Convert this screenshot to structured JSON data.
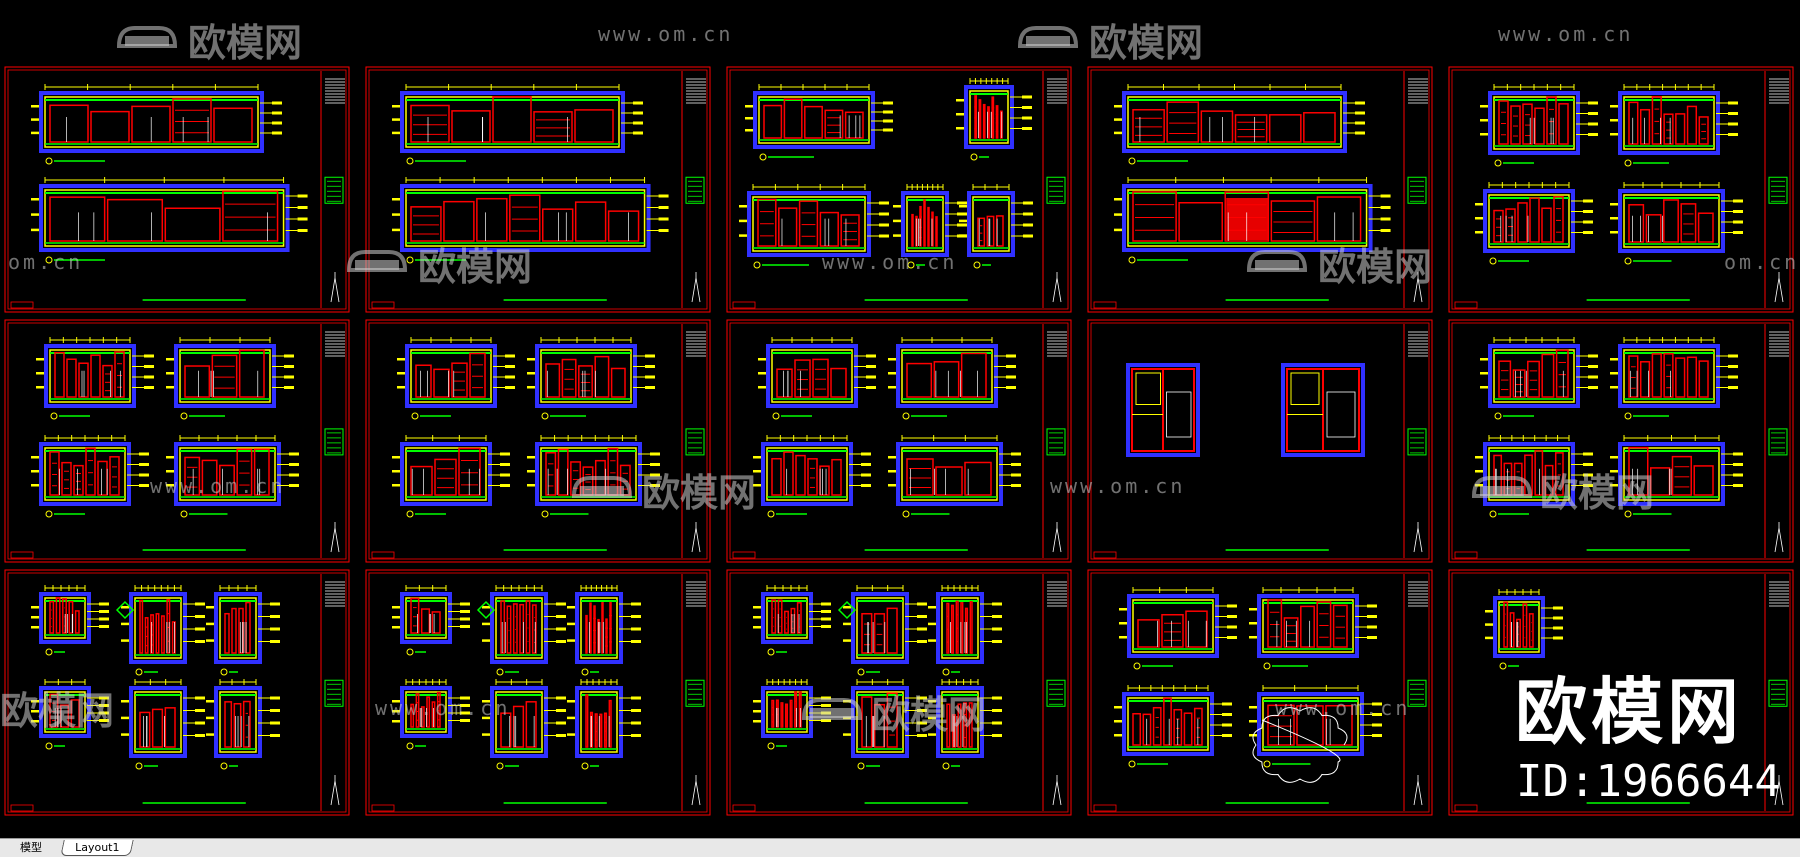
{
  "watermark": {
    "brand": "欧模网",
    "url": "www.om.cn",
    "url_partial": "om.cn",
    "id_label": "ID:1966644"
  },
  "tabs": [
    {
      "label": "模型",
      "active": false
    },
    {
      "label": "Layout1",
      "active": true
    }
  ],
  "colors": {
    "background": "#000000",
    "border": "#ff0000",
    "title_block": "#ffffff",
    "wall": "#ff0000",
    "dimension": "#ffff00",
    "outline_green": "#00ff00",
    "outline_blue": "#3030ff",
    "watermark": "#cfcfcf"
  },
  "drawing": {
    "sheet_rows": 3,
    "sheet_cols": 5,
    "sheets": [
      {
        "layout": "2x1-wide"
      },
      {
        "layout": "2x1-wide"
      },
      {
        "layout": "mixed-a"
      },
      {
        "layout": "2x1-wide-b"
      },
      {
        "layout": "2x2"
      },
      {
        "layout": "2x2"
      },
      {
        "layout": "2x2"
      },
      {
        "layout": "2x2"
      },
      {
        "layout": "plans"
      },
      {
        "layout": "2x2"
      },
      {
        "layout": "2x3"
      },
      {
        "layout": "2x3"
      },
      {
        "layout": "2x3-b"
      },
      {
        "layout": "2x2-b"
      },
      {
        "layout": "single"
      }
    ]
  }
}
